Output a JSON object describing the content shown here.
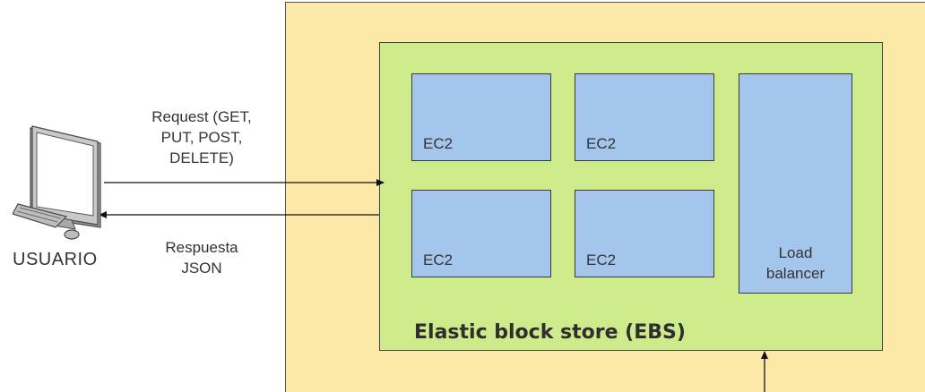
{
  "user": {
    "label": "USUARIO"
  },
  "arrows": {
    "request_label": "Request (GET,\nPUT, POST,\nDELETE)",
    "response_label": "Respuesta\nJSON"
  },
  "nodes": {
    "ec2": [
      {
        "label": "EC2"
      },
      {
        "label": "EC2"
      },
      {
        "label": "EC2"
      },
      {
        "label": "EC2"
      }
    ],
    "load_balancer": {
      "label": "Load\nbalancer"
    },
    "ebs": {
      "label": "Elastic block store (EBS)"
    }
  },
  "colors": {
    "outer_fill": "#fde9a7",
    "ebs_fill": "#cdeb8b",
    "node_fill": "#a4c6ec"
  },
  "icons": {
    "user": "desktop-computer-icon"
  }
}
